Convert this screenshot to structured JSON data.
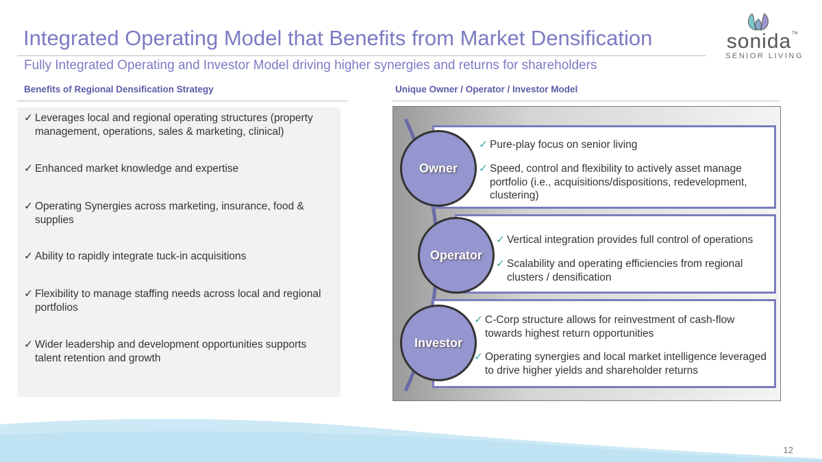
{
  "title": "Integrated Operating Model that Benefits from Market Densification",
  "subtitle": "Fully Integrated Operating and Investor Model driving higher synergies and returns for shareholders",
  "logo": {
    "name": "sonida",
    "tagline": "SENIOR LIVING",
    "tm": "TM"
  },
  "left": {
    "header": "Benefits of  Regional Densification Strategy",
    "bullets": [
      "Leverages local and regional operating structures (property management, operations, sales & marketing, clinical)",
      "Enhanced market knowledge and expertise",
      "Operating Synergies across marketing, insurance, food & supplies",
      "Ability to rapidly integrate tuck-in acquisitions",
      "Flexibility to manage staffing needs across local and regional portfolios",
      "Wider leadership and development opportunities supports talent retention and growth"
    ]
  },
  "right": {
    "header": "Unique Owner / Operator / Investor Model",
    "roles": [
      {
        "label": "Owner",
        "bullets": [
          "Pure-play focus on senior living",
          "Speed, control and flexibility to actively asset manage portfolio (i.e., acquisitions/dispositions, redevelopment, clustering)"
        ]
      },
      {
        "label": "Operator",
        "bullets": [
          "Vertical integration provides full control of operations",
          "Scalability and operating efficiencies from regional clusters / densification"
        ]
      },
      {
        "label": "Investor",
        "bullets": [
          "C-Corp structure allows for reinvestment of cash-flow towards highest return opportunities",
          "Operating synergies and local market intelligence leveraged to drive higher yields and shareholder returns"
        ]
      }
    ]
  },
  "check": "✓",
  "page_number": "12"
}
